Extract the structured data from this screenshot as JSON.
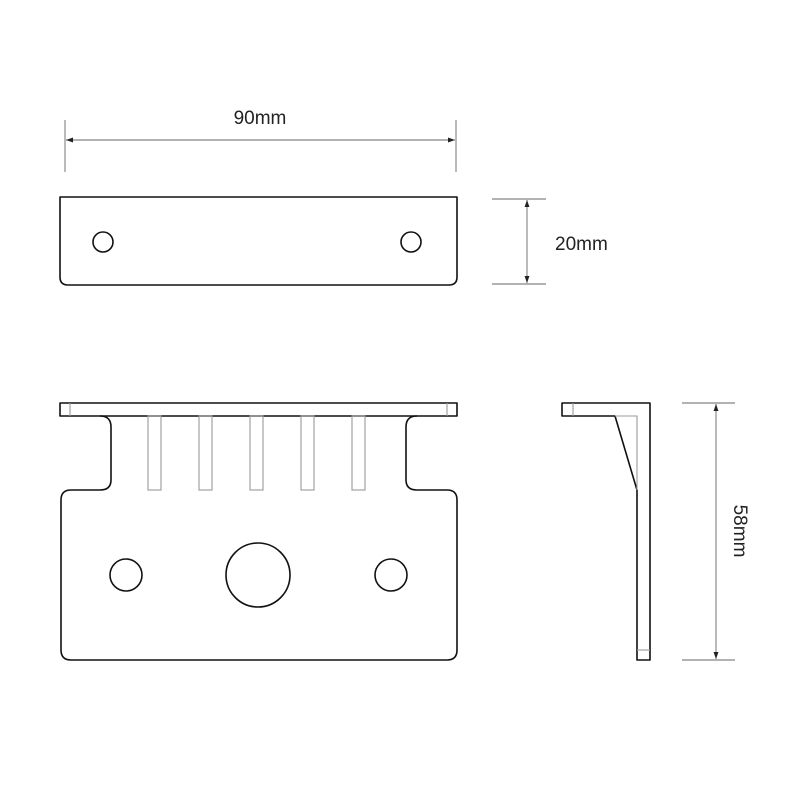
{
  "dimensions": {
    "width_label": "90mm",
    "depth_label": "20mm",
    "height_label": "58mm"
  },
  "colors": {
    "outline": "#111111",
    "hidden_line": "#999999",
    "dimension_line": "#666666"
  }
}
